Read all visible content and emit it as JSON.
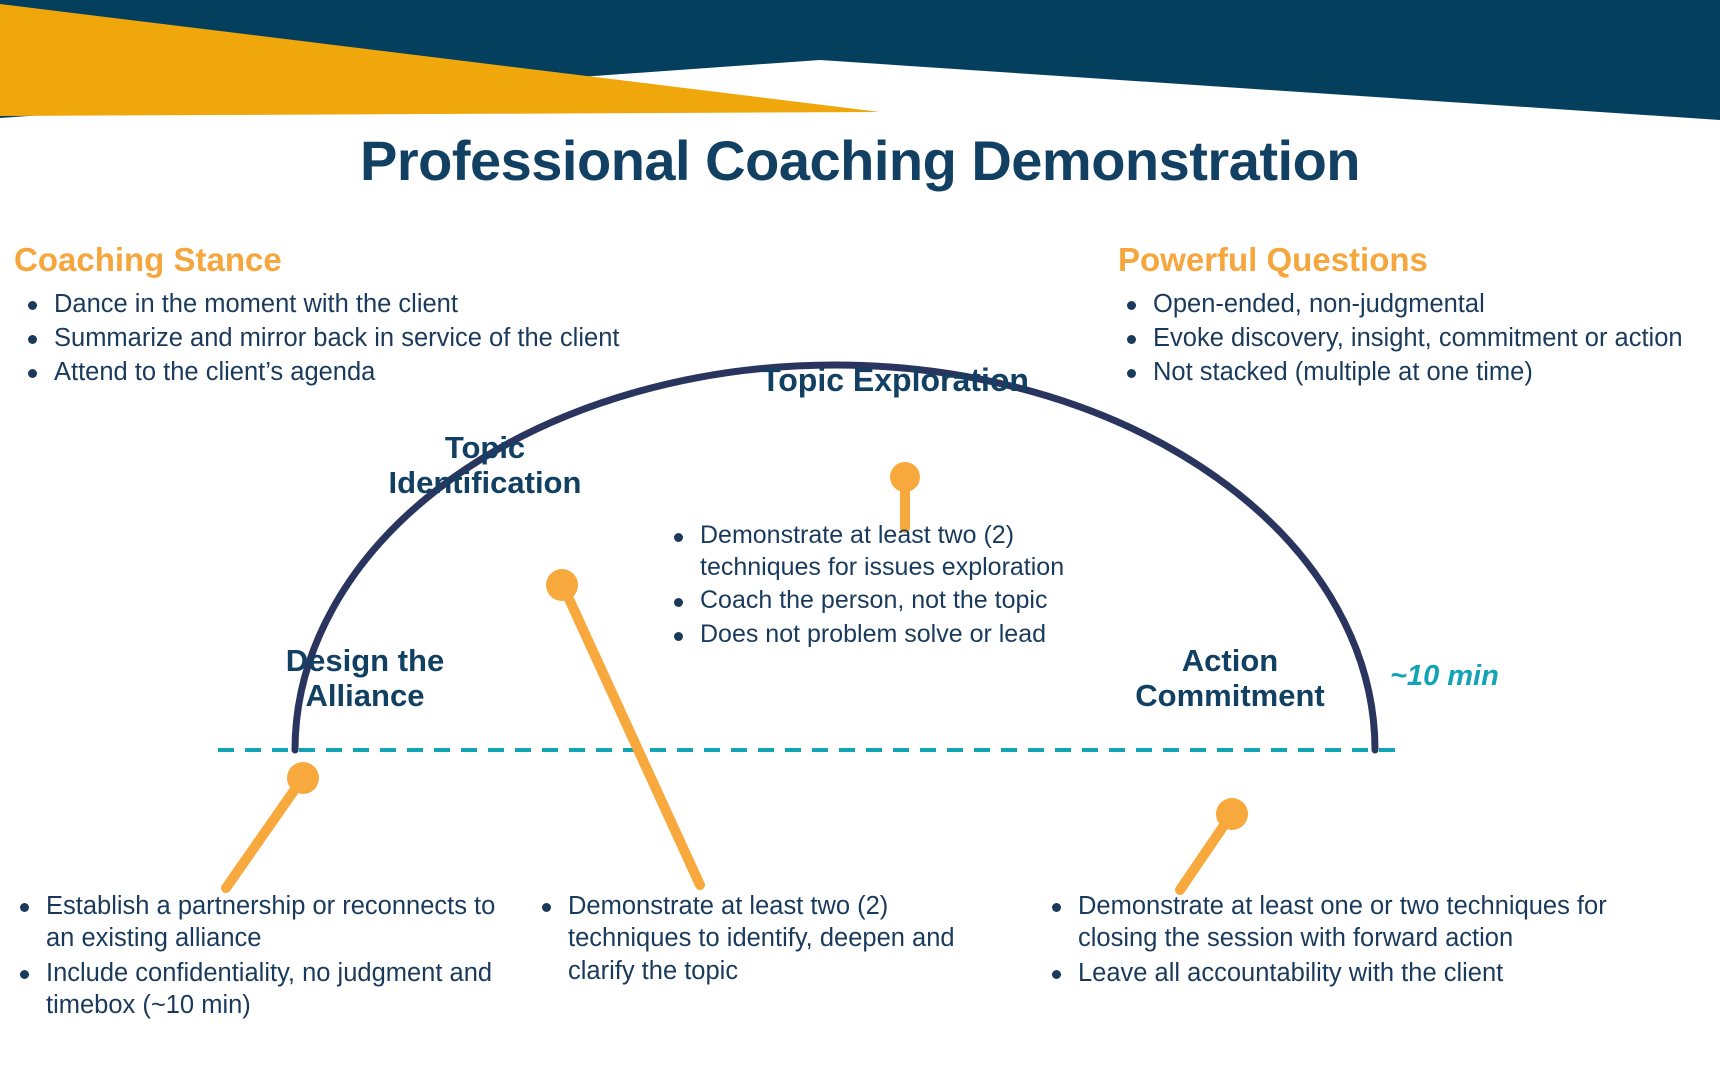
{
  "theme": {
    "navy": "#114063",
    "navy_dark": "#063F60",
    "orange": "#EFA70B",
    "orange_light": "#F5A63C",
    "pin_orange": "#F7A93E",
    "arc_navy": "#2A355F",
    "teal": "#12A4B4",
    "body_navy": "#1A3A5C",
    "background": "#FFFFFF"
  },
  "header": {
    "band_name": "angled-chevron-band"
  },
  "title": "Professional Coaching Demonstration",
  "coaching_stance": {
    "heading": "Coaching Stance",
    "bullets": [
      "Dance in the moment with the client",
      "Summarize and mirror back in service of the client",
      "Attend to the client’s agenda"
    ]
  },
  "powerful_questions": {
    "heading": "Powerful Questions",
    "bullets": [
      "Open-ended, non-judgmental",
      "Evoke discovery, insight, commitment or action",
      "Not stacked (multiple at one time)"
    ]
  },
  "stages": {
    "topic_exploration": {
      "label": "Topic Exploration",
      "bullets": [
        "Demonstrate at least two (2) techniques for issues exploration",
        "Coach the person, not the topic",
        "Does not problem solve or lead"
      ]
    },
    "topic_identification": {
      "label": "Topic\nIdentification",
      "bullets": [
        "Demonstrate at least two (2) techniques to identify, deepen and clarify the topic"
      ]
    },
    "design_the_alliance": {
      "label": "Design the\nAlliance",
      "bullets": [
        "Establish a partnership or reconnects to an existing alliance",
        "Include confidentiality, no judgment and timebox (~10 min)"
      ]
    },
    "action_commitment": {
      "label": "Action\nCommitment",
      "bullets": [
        "Demonstrate at least one or two techniques for closing the session with forward action",
        "Leave all accountability with the client"
      ]
    }
  },
  "timebox_annotation": "~10 min"
}
